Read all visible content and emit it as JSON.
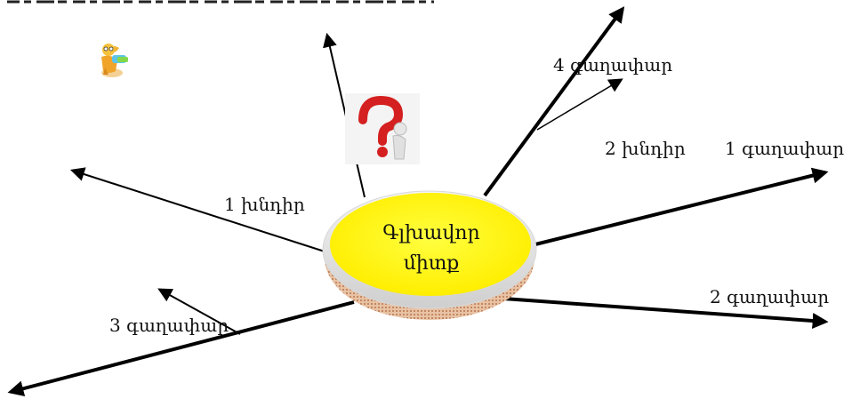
{
  "top_cropped_text": "...",
  "center": {
    "line1": "Գլխավոր",
    "line2": "միտք"
  },
  "labels": {
    "idea1": "1 գաղափար",
    "idea2": "2 գաղափար",
    "idea3": "3 գաղափար",
    "idea4": "4 գաղափար",
    "problem1": "1 խնդիր",
    "problem2": "2 խնդիր"
  },
  "colors": {
    "center_fill": "#ffff00",
    "center_shadow": "#c8926a",
    "arrow": "#000000",
    "question_mark": "#d42020"
  },
  "icons": [
    "cartoon-character-icon",
    "question-mark-figure-icon"
  ]
}
